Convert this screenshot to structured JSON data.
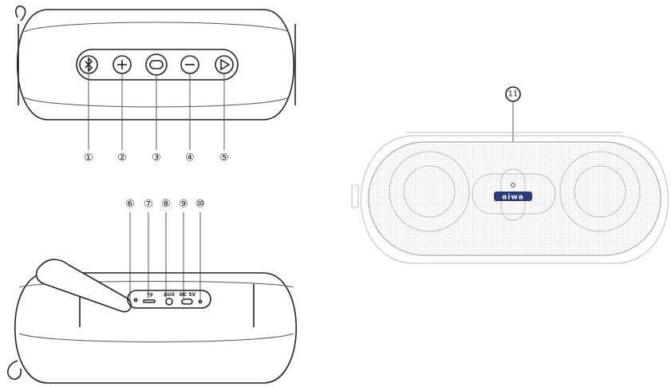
{
  "callouts": {
    "c1": "①",
    "c2": "②",
    "c3": "③",
    "c4": "④",
    "c5": "⑤",
    "c6": "⑥",
    "c7": "⑦",
    "c8": "⑧",
    "c9": "⑨",
    "c10": "⑩",
    "c11": "11"
  },
  "ports": {
    "tf": "TF",
    "aux": "AUX",
    "dc": "DC 5V"
  },
  "brand": "aiwa",
  "colors": {
    "line": "#222222",
    "grille": "#dddddd",
    "brand_badge": "#2b3a7a"
  },
  "icons": {
    "button1": "bluetooth-mode-icon",
    "button2": "volume-up-icon",
    "button3": "power-icon",
    "button4": "volume-down-icon",
    "button5": "play-pause-icon"
  }
}
